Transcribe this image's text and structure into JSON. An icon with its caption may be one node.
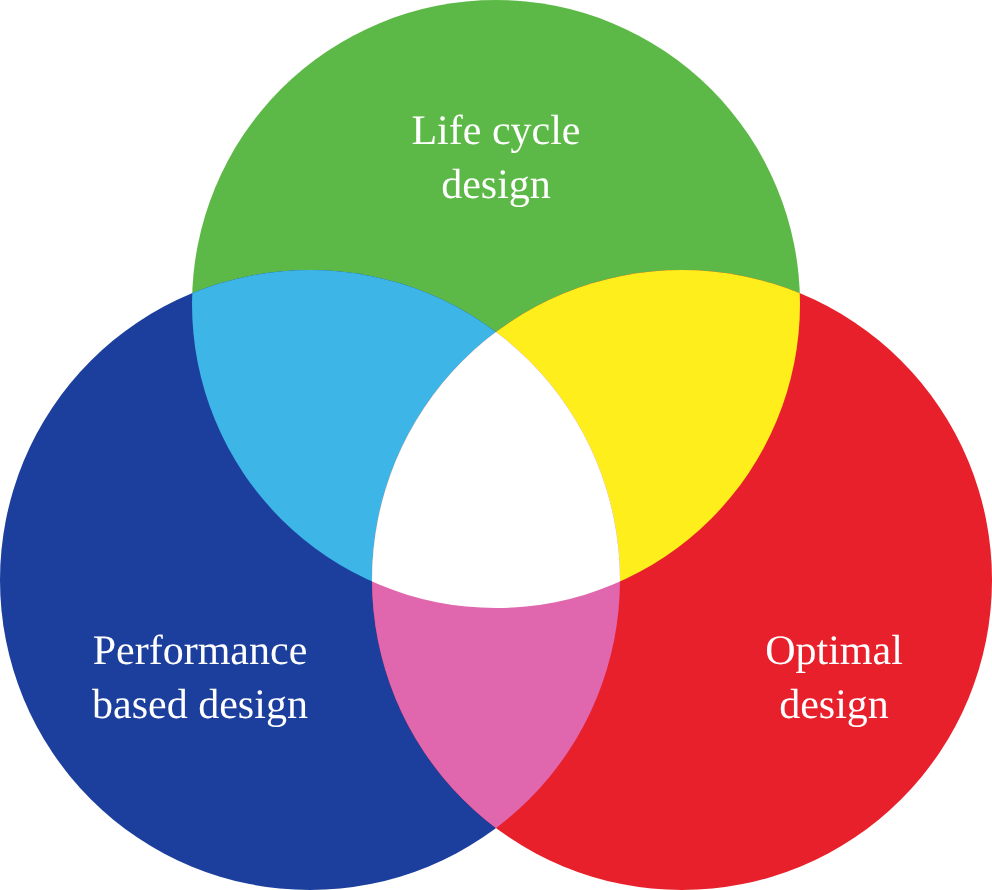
{
  "diagram": {
    "nodes": [
      {
        "text": [
          "Life cycle design"
        ]
      },
      {
        "text": [
          "Performance based design"
        ]
      },
      {
        "text": [
          "Optimal design"
        ]
      }
    ]
  }
}
